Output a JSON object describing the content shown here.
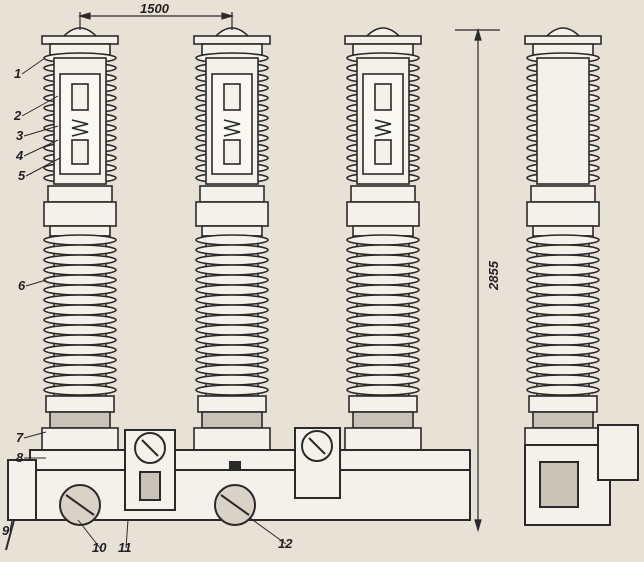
{
  "figure": {
    "dimensions": {
      "spacing": "1500",
      "height": "2855"
    },
    "callouts": [
      "1",
      "2",
      "3",
      "4",
      "5",
      "6",
      "7",
      "8",
      "9",
      "10",
      "11",
      "12"
    ],
    "colors": {
      "paper": "#e8e1d6",
      "ink": "#2a2a2a",
      "porcelain": "#f4f1ea",
      "shade": "#c9c2b6"
    }
  }
}
